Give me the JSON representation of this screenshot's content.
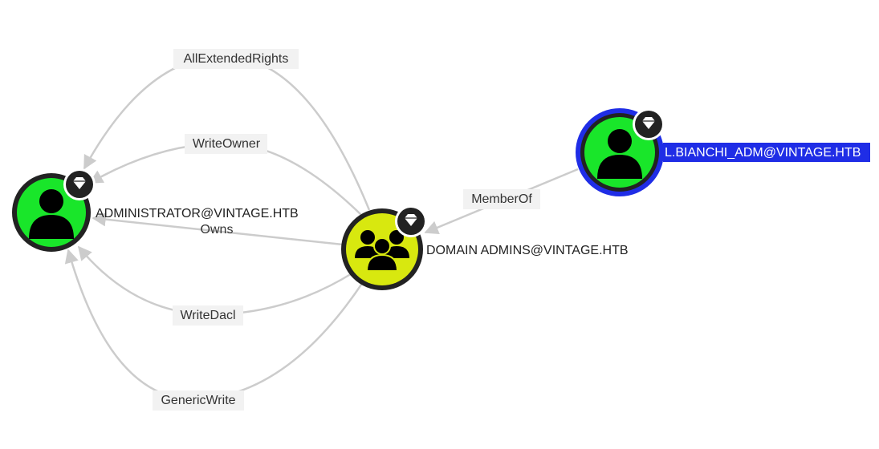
{
  "colors": {
    "user_node": "#19e62a",
    "group_node": "#d8e80f",
    "node_border": "#222222",
    "selected_border": "#1f2de6",
    "edge": "#cccccc",
    "badge": "#222222",
    "label_highlight": "#1f2de6"
  },
  "nodes": {
    "administrator": {
      "label": "ADMINISTRATOR@VINTAGE.HTB",
      "type": "user",
      "icon": "user-icon",
      "badge_icon": "diamond-icon"
    },
    "domain_admins": {
      "label": "DOMAIN ADMINS@VINTAGE.HTB",
      "type": "group",
      "icon": "group-icon",
      "badge_icon": "diamond-icon"
    },
    "bianchi": {
      "label": "L.BIANCHI_ADM@VINTAGE.HTB",
      "type": "user",
      "icon": "user-icon",
      "badge_icon": "diamond-icon",
      "selected": true
    }
  },
  "edges": {
    "all_extended_rights": {
      "label": "AllExtendedRights",
      "from": "DOMAIN ADMINS@VINTAGE.HTB",
      "to": "ADMINISTRATOR@VINTAGE.HTB"
    },
    "write_owner": {
      "label": "WriteOwner",
      "from": "DOMAIN ADMINS@VINTAGE.HTB",
      "to": "ADMINISTRATOR@VINTAGE.HTB"
    },
    "owns": {
      "label": "Owns",
      "from": "DOMAIN ADMINS@VINTAGE.HTB",
      "to": "ADMINISTRATOR@VINTAGE.HTB"
    },
    "write_dacl": {
      "label": "WriteDacl",
      "from": "DOMAIN ADMINS@VINTAGE.HTB",
      "to": "ADMINISTRATOR@VINTAGE.HTB"
    },
    "generic_write": {
      "label": "GenericWrite",
      "from": "DOMAIN ADMINS@VINTAGE.HTB",
      "to": "ADMINISTRATOR@VINTAGE.HTB"
    },
    "member_of": {
      "label": "MemberOf",
      "from": "L.BIANCHI_ADM@VINTAGE.HTB",
      "to": "DOMAIN ADMINS@VINTAGE.HTB"
    }
  }
}
